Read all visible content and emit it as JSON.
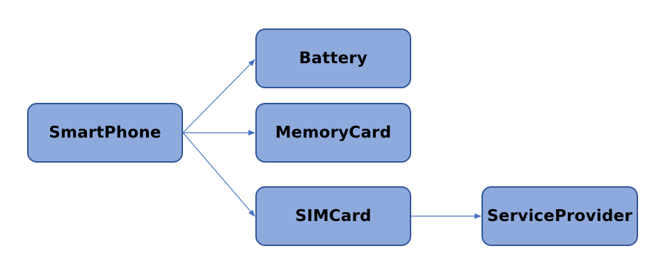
{
  "diagram": {
    "nodes": [
      {
        "id": "smartphone",
        "label": "SmartPhone"
      },
      {
        "id": "battery",
        "label": "Battery"
      },
      {
        "id": "memorycard",
        "label": "MemoryCard"
      },
      {
        "id": "simcard",
        "label": "SIMCard"
      },
      {
        "id": "serviceprovider",
        "label": "ServiceProvider"
      }
    ],
    "edges": [
      {
        "from": "smartphone",
        "to": "battery"
      },
      {
        "from": "smartphone",
        "to": "memorycard"
      },
      {
        "from": "smartphone",
        "to": "simcard"
      },
      {
        "from": "simcard",
        "to": "serviceprovider"
      }
    ],
    "colors": {
      "node_fill": "#8eaadc",
      "node_border": "#2f5597",
      "edge": "#4472c4"
    }
  }
}
